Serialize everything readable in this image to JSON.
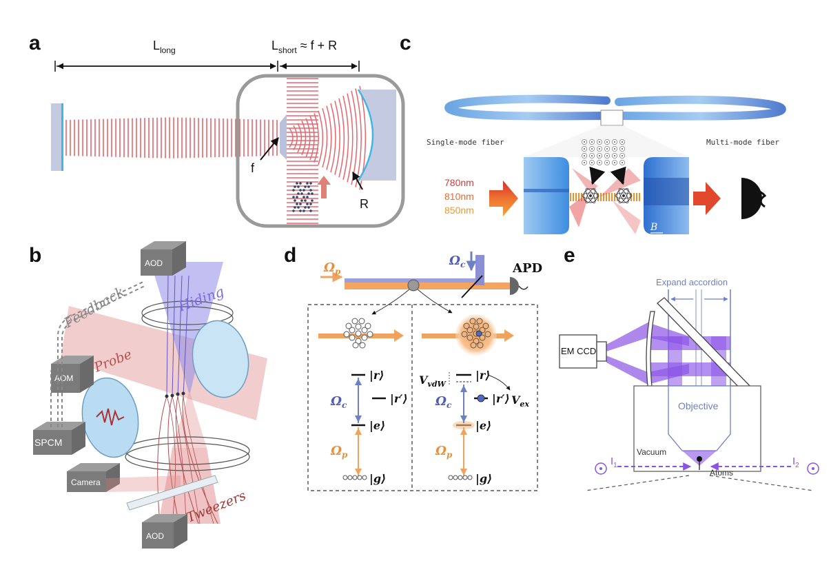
{
  "panels": {
    "a": "a",
    "b": "b",
    "c": "c",
    "d": "d",
    "e": "e"
  },
  "a": {
    "l_long": "L",
    "l_long_sub": "long",
    "l_short": "L",
    "l_short_sub": "short",
    "l_short_eq": " ≈ f + R",
    "f_label": "f",
    "r_label": "R"
  },
  "b": {
    "aod_top": "AOD",
    "aod_bottom": "AOD",
    "aom": "AOM",
    "spcm": "SPCM",
    "camera": "Camera",
    "feedback": "Feedback",
    "probe": "Probe",
    "hiding": "Hiding",
    "tweezers": "Tweezers"
  },
  "c": {
    "single_mode": "Single-mode fiber",
    "multi_mode": "Multi-mode fiber",
    "wl1": "780nm",
    "wl2": "810nm",
    "wl3": "850nm",
    "b_field": "B"
  },
  "d": {
    "omega_p": "Ω",
    "p_sub": "p",
    "omega_c": "Ω",
    "c_sub": "c",
    "apd": "APD",
    "r_state": "|r⟩",
    "r_prime_state": "|r′⟩",
    "e_state": "|e⟩",
    "g_state": "|g⟩",
    "v_vdw": "V",
    "vdw_sub": "vdW",
    "v_ex": "V",
    "ex_sub": "ex"
  },
  "e": {
    "expand": "Expand accordion",
    "emccd": "EM CCD",
    "objective": "Objective",
    "vacuum": "Vacuum",
    "atoms": "Atoms",
    "i1": "I",
    "i1_sub": "1",
    "i2": "I",
    "i2_sub": "2"
  },
  "colors": {
    "red": "#e8646b",
    "blue": "#6d80c6",
    "orange": "#f0a35e",
    "purple": "#8b54e6",
    "gray": "#8f8f8f"
  }
}
